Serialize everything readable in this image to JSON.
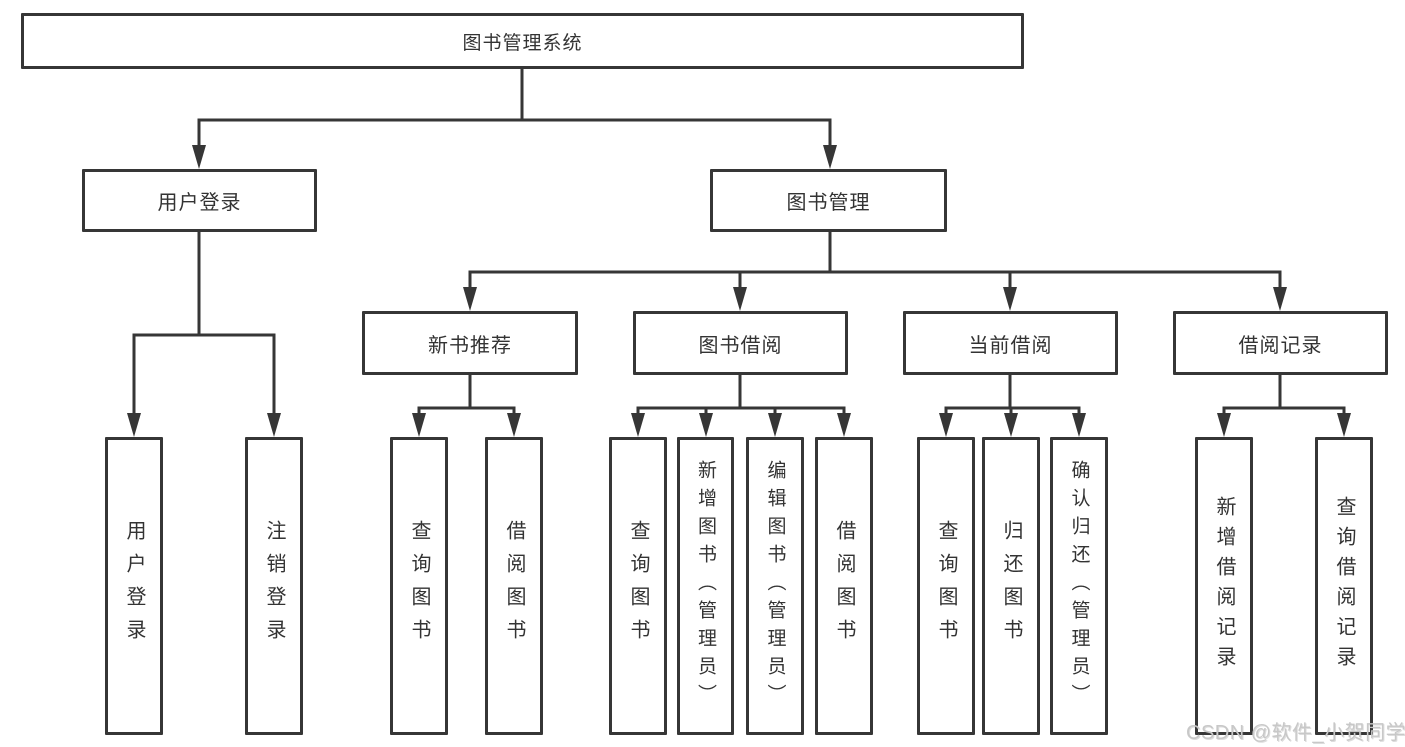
{
  "diagram_title": "图书管理系统",
  "nodes": {
    "root": {
      "label": "图书管理系统"
    },
    "user_login": {
      "label": "用户登录"
    },
    "book_mgmt": {
      "label": "图书管理"
    },
    "new_book_rec": {
      "label": "新书推荐"
    },
    "book_borrow": {
      "label": "图书借阅"
    },
    "current_borrow": {
      "label": "当前借阅"
    },
    "borrow_record": {
      "label": "借阅记录"
    },
    "leaf_user_login": {
      "label": "用户登录"
    },
    "leaf_logout": {
      "label": "注销登录"
    },
    "leaf_nbr_query_book": {
      "label": "查询图书"
    },
    "leaf_nbr_borrow_book": {
      "label": "借阅图书"
    },
    "leaf_bb_query_book": {
      "label": "查询图书"
    },
    "leaf_bb_add_book": {
      "label": "新增图书（管理员）"
    },
    "leaf_bb_edit_book": {
      "label": "编辑图书（管理员）"
    },
    "leaf_bb_borrow_book": {
      "label": "借阅图书"
    },
    "leaf_cb_query_book": {
      "label": "查询图书"
    },
    "leaf_cb_return_book": {
      "label": "归还图书"
    },
    "leaf_cb_confirm_return": {
      "label": "确认归还（管理员）"
    },
    "leaf_br_add_record": {
      "label": "新增借阅记录"
    },
    "leaf_br_query_record": {
      "label": "查询借阅记录"
    }
  },
  "hierarchy": {
    "图书管理系统": {
      "用户登录": [
        "用户登录",
        "注销登录"
      ],
      "图书管理": {
        "新书推荐": [
          "查询图书",
          "借阅图书"
        ],
        "图书借阅": [
          "查询图书",
          "新增图书（管理员）",
          "编辑图书（管理员）",
          "借阅图书"
        ],
        "当前借阅": [
          "查询图书",
          "归还图书",
          "确认归还（管理员）"
        ],
        "借阅记录": [
          "新增借阅记录",
          "查询借阅记录"
        ]
      }
    }
  },
  "watermark": "CSDN @软件_小贺同学",
  "colors": {
    "line": "#363636",
    "box_border": "#363636",
    "text": "#333333",
    "watermark": "#c8c8c8",
    "background": "#ffffff"
  }
}
